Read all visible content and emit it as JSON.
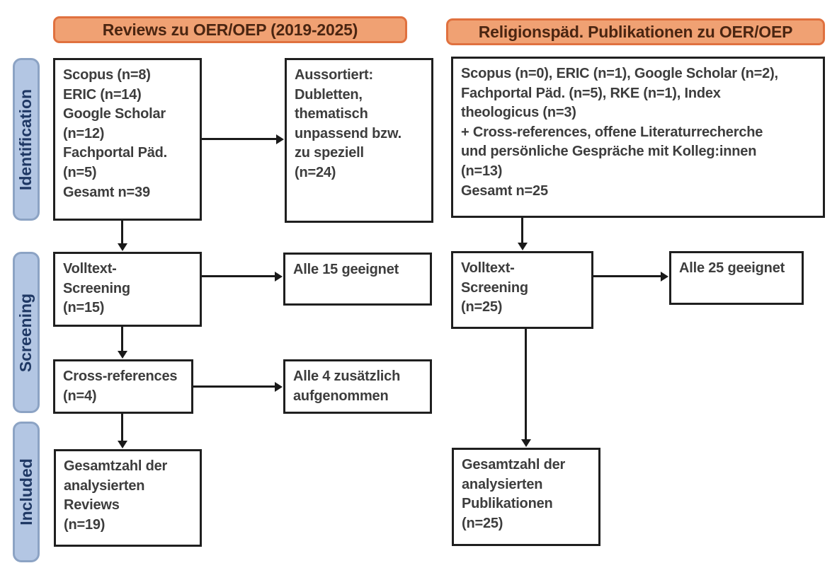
{
  "colors": {
    "orange-fill": "#F0A173",
    "orange-border": "#E0713F",
    "orange-text": "#4A2511",
    "blue-fill": "#B3C6E3",
    "blue-border": "#8CA3C4",
    "blue-text": "#1F3864",
    "box-border": "#1F1F1F",
    "box-text": "#3D3D3D",
    "arrow": "#1A1A1A"
  },
  "headers": {
    "left": "Reviews zu OER/OEP (2019-2025)",
    "right": "Religionspäd. Publikationen zu OER/OEP"
  },
  "sidebar": {
    "identification": "Identification",
    "screening": "Screening",
    "included": "Included"
  },
  "boxes": {
    "left_sources": "Scopus (n=8)\nERIC (n=14)\nGoogle Scholar\n(n=12)\nFachportal Päd.\n(n=5)\nGesamt n=39",
    "left_excluded": "Aussortiert:\nDubletten,\nthematisch\nunpassend bzw.\nzu speziell\n(n=24)",
    "left_fulltext": "Volltext-\nScreening\n(n=15)",
    "left_eligible": "Alle 15 geeignet",
    "left_crossref": "Cross-references\n(n=4)",
    "left_added": "Alle 4 zusätzlich\naufgenommen",
    "left_total": "Gesamtzahl der\nanalysierten\nReviews\n(n=19)",
    "right_sources": "Scopus (n=0), ERIC (n=1), Google Scholar (n=2),\nFachportal Päd. (n=5), RKE (n=1), Index\ntheologicus (n=3)\n+ Cross-references, offene Literaturrecherche\nund persönliche Gespräche mit Kolleg:innen\n(n=13)\nGesamt n=25",
    "right_fulltext": "Volltext-\nScreening\n(n=25)",
    "right_eligible": "Alle 25 geeignet",
    "right_total": "Gesamtzahl der\nanalysierten\nPublikationen\n(n=25)"
  }
}
